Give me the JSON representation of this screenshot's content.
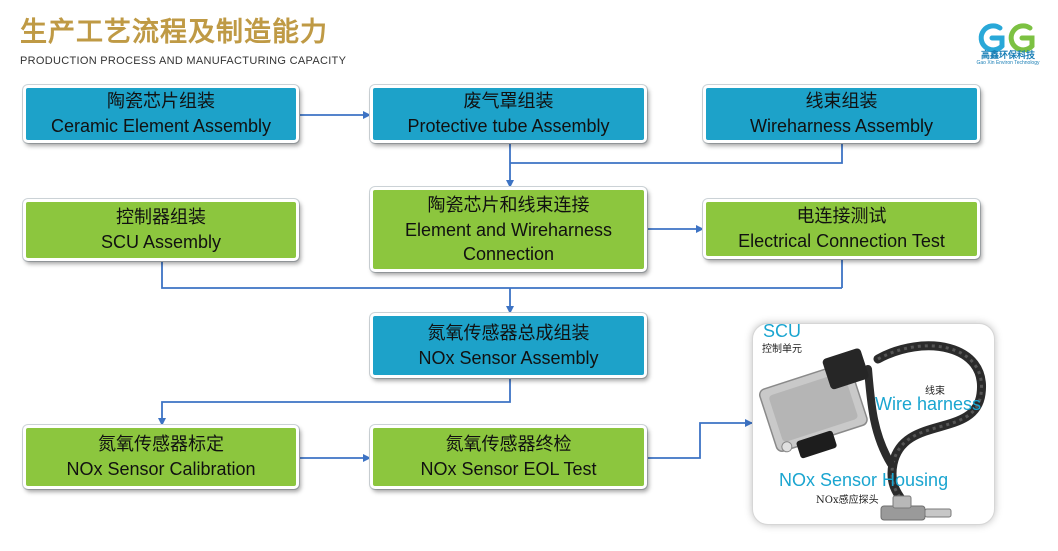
{
  "header": {
    "title": "生产工艺流程及制造能力",
    "subtitle": "PRODUCTION PROCESS AND MANUFACTURING CAPACITY"
  },
  "logo": {
    "name": "高鑫环保科技",
    "tagline": "Gao Xin Environ Technology"
  },
  "colors": {
    "step_blue": "#1da2c9",
    "step_green": "#8cc63e",
    "title_gold": "#bf9a45",
    "arrow": "#3d73c4"
  },
  "steps": {
    "ceramic": {
      "cn": "陶瓷芯片组装",
      "en": "Ceramic Element Assembly"
    },
    "protective": {
      "cn": "废气罩组装",
      "en": "Protective tube Assembly"
    },
    "wireharness": {
      "cn": "线束组装",
      "en": "Wireharness Assembly"
    },
    "scu": {
      "cn": "控制器组装",
      "en": "SCU Assembly"
    },
    "connection": {
      "cn": "陶瓷芯片和线束连接",
      "en": "Element and Wireharness Connection"
    },
    "electrical": {
      "cn": "电连接测试",
      "en": "Electrical Connection Test"
    },
    "sensor_assembly": {
      "cn": "氮氧传感器总成组装",
      "en": "NOx Sensor Assembly"
    },
    "calibration": {
      "cn": "氮氧传感器标定",
      "en": "NOx Sensor Calibration"
    },
    "eol": {
      "cn": "氮氧传感器终检",
      "en": "NOx Sensor EOL Test"
    }
  },
  "photo": {
    "scu_label": "SCU",
    "scu_note": "控制单元",
    "wire_label": "Wire harness",
    "wire_note": "线束",
    "housing_label": "NOx Sensor Housing",
    "housing_note": "NOx感应探头"
  }
}
